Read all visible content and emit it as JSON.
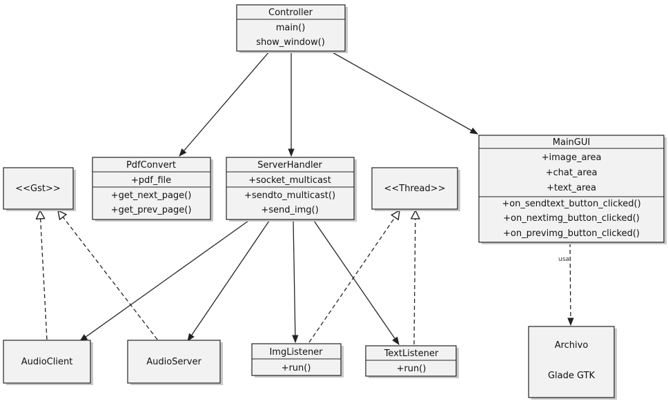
{
  "classes": {
    "controller": {
      "name": "Controller",
      "members": [
        "main()",
        "show_window()"
      ]
    },
    "pdfconvert": {
      "name": "PdfConvert",
      "attributes": [
        "+pdf_file"
      ],
      "methods": [
        "+get_next_page()",
        "+get_prev_page()"
      ]
    },
    "serverhandler": {
      "name": "ServerHandler",
      "attributes": [
        "+socket_multicast"
      ],
      "methods": [
        "+sendto_multicast()",
        "+send_img()"
      ]
    },
    "maingui": {
      "name": "MainGUI",
      "attributes": [
        "+image_area",
        "+chat_area",
        "+text_area"
      ],
      "methods": [
        "+on_sendtext_button_clicked()",
        "+on_nextimg_button_clicked()",
        "+on_previmg_button_clicked()"
      ]
    },
    "gst": {
      "name": "<<Gst>>"
    },
    "thread": {
      "name": "<<Thread>>"
    },
    "audioclient": {
      "name": "AudioClient"
    },
    "audioserver": {
      "name": "AudioServer"
    },
    "imglistener": {
      "name": "ImgListener",
      "methods": [
        "+run()"
      ]
    },
    "textlistener": {
      "name": "TextListener",
      "methods": [
        "+run()"
      ]
    },
    "archivo": {
      "name": "Archivo",
      "subtitle": "Glade GTK"
    }
  },
  "relations": {
    "uses_label": "usa"
  }
}
